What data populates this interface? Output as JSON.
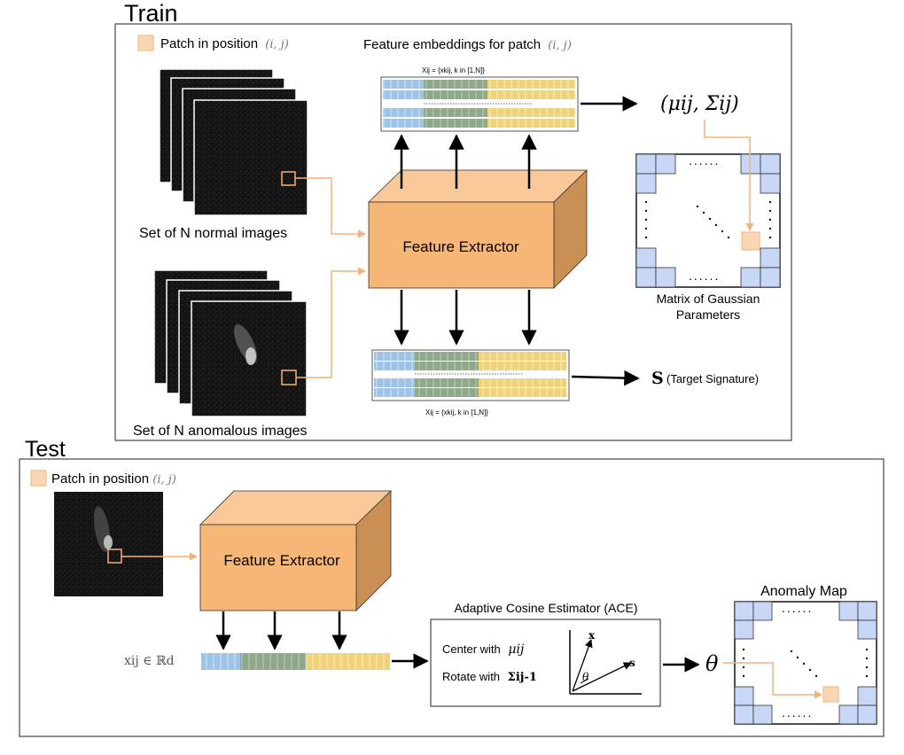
{
  "train": {
    "title": "Train",
    "patch_legend": {
      "prefix": "Patch in position",
      "math": "(i, j)"
    },
    "embeddings_title": {
      "prefix": "Feature embeddings for patch",
      "math": "(i, j)"
    },
    "embedding_set_top": "Xij = {xkij, k in [1,N]}",
    "embedding_set_bottom": "Xij = {xkij, k in [1,N]}",
    "normal_images_label": "Set of N normal images",
    "anomalous_images_label": "Set of N anomalous images",
    "feature_extractor_label": "Feature Extractor",
    "gaussian_params_math": "(μij, Σij)",
    "matrix_label_line1": "Matrix of Gaussian",
    "matrix_label_line2": "Parameters",
    "target_symbol": "S",
    "target_label": "(Target Signature)"
  },
  "test": {
    "title": "Test",
    "patch_legend": {
      "prefix": "Patch in position",
      "math": "(i, j)"
    },
    "feature_extractor_label": "Feature Extractor",
    "vector_math": "xij ∈ ℝd",
    "ace_title": "Adaptive Cosine Estimator (ACE)",
    "ace_center_text": "Center with",
    "ace_center_math": "μij",
    "ace_rotate_text": "Rotate with",
    "ace_rotate_math": "Σij-1",
    "ace_vec_x": "x",
    "ace_vec_s": "s",
    "ace_angle": "θ",
    "theta_symbol": "θ",
    "anomaly_map_label": "Anomaly Map"
  },
  "colors": {
    "patch_orange": "#f6c08f",
    "connector_orange": "#f4b27a",
    "cube_front": "#f6b676",
    "cube_top": "#f9c99a",
    "cube_side": "#c98f55",
    "embed_blue": "#9ec3e6",
    "embed_green": "#8fa88a",
    "embed_yellow": "#efd27c",
    "matrix_cell_blue": "#c7d7f5"
  }
}
